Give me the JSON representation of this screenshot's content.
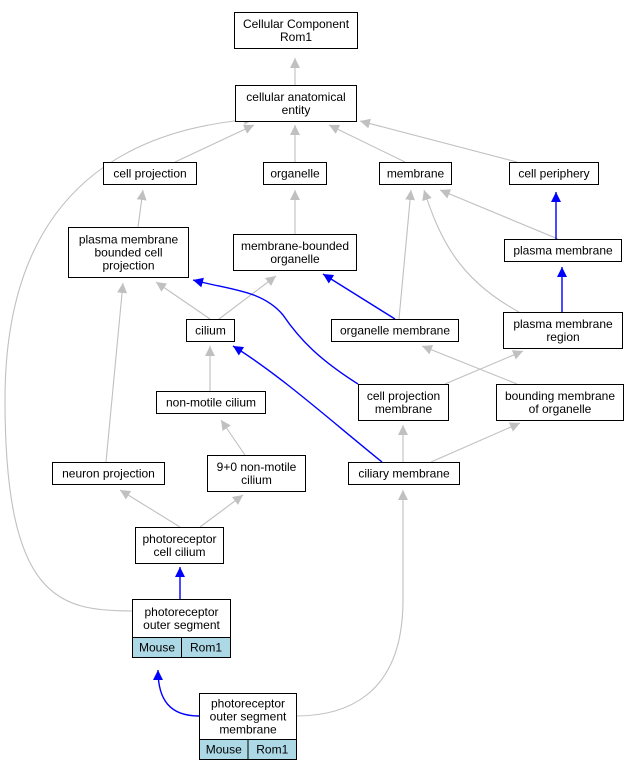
{
  "colors": {
    "is_a_edge": "#c0c0c0",
    "part_of_edge": "#0000ff",
    "annotation_fill": "#add8e6",
    "node_border": "#000000"
  },
  "nodes": {
    "root": {
      "lines": [
        "Cellular Component",
        "Rom1"
      ]
    },
    "cellular_anatomical_entity": {
      "lines": [
        "cellular anatomical",
        "entity"
      ]
    },
    "cell_projection": {
      "lines": [
        "cell projection"
      ]
    },
    "organelle": {
      "lines": [
        "organelle"
      ]
    },
    "membrane": {
      "lines": [
        "membrane"
      ]
    },
    "cell_periphery": {
      "lines": [
        "cell periphery"
      ]
    },
    "plasma_membrane_bounded_cell_projection": {
      "lines": [
        "plasma membrane",
        "bounded cell",
        "projection"
      ]
    },
    "membrane_bounded_organelle": {
      "lines": [
        "membrane-bounded",
        "organelle"
      ]
    },
    "plasma_membrane": {
      "lines": [
        "plasma membrane"
      ]
    },
    "cilium": {
      "lines": [
        "cilium"
      ]
    },
    "organelle_membrane": {
      "lines": [
        "organelle membrane"
      ]
    },
    "plasma_membrane_region": {
      "lines": [
        "plasma membrane",
        "region"
      ]
    },
    "non_motile_cilium": {
      "lines": [
        "non-motile cilium"
      ]
    },
    "cell_projection_membrane": {
      "lines": [
        "cell projection",
        "membrane"
      ]
    },
    "bounding_membrane_of_organelle": {
      "lines": [
        "bounding membrane",
        "of organelle"
      ]
    },
    "neuron_projection": {
      "lines": [
        "neuron projection"
      ]
    },
    "nine_zero_non_motile_cilium": {
      "lines": [
        "9+0 non-motile",
        "cilium"
      ]
    },
    "ciliary_membrane": {
      "lines": [
        "ciliary membrane"
      ]
    },
    "photoreceptor_cell_cilium": {
      "lines": [
        "photoreceptor",
        "cell cilium"
      ]
    },
    "photoreceptor_outer_segment": {
      "lines": [
        "photoreceptor",
        "outer segment"
      ],
      "tags": [
        "Mouse",
        "Rom1"
      ]
    },
    "photoreceptor_outer_segment_membrane": {
      "lines": [
        "photoreceptor",
        "outer segment",
        "membrane"
      ],
      "tags": [
        "Mouse",
        "Rom1"
      ]
    }
  },
  "edges": [
    {
      "from": "cellular_anatomical_entity",
      "to": "root",
      "type": "is_a"
    },
    {
      "from": "cell_projection",
      "to": "cellular_anatomical_entity",
      "type": "is_a"
    },
    {
      "from": "organelle",
      "to": "cellular_anatomical_entity",
      "type": "is_a"
    },
    {
      "from": "membrane",
      "to": "cellular_anatomical_entity",
      "type": "is_a"
    },
    {
      "from": "cell_periphery",
      "to": "cellular_anatomical_entity",
      "type": "is_a"
    },
    {
      "from": "photoreceptor_outer_segment",
      "to": "cellular_anatomical_entity",
      "type": "is_a"
    },
    {
      "from": "plasma_membrane_bounded_cell_projection",
      "to": "cell_projection",
      "type": "is_a"
    },
    {
      "from": "membrane_bounded_organelle",
      "to": "organelle",
      "type": "is_a"
    },
    {
      "from": "plasma_membrane",
      "to": "membrane",
      "type": "is_a"
    },
    {
      "from": "plasma_membrane",
      "to": "cell_periphery",
      "type": "part_of"
    },
    {
      "from": "organelle_membrane",
      "to": "membrane",
      "type": "is_a"
    },
    {
      "from": "plasma_membrane_region",
      "to": "membrane",
      "type": "is_a"
    },
    {
      "from": "plasma_membrane_region",
      "to": "plasma_membrane",
      "type": "part_of"
    },
    {
      "from": "cilium",
      "to": "plasma_membrane_bounded_cell_projection",
      "type": "is_a"
    },
    {
      "from": "cilium",
      "to": "membrane_bounded_organelle",
      "type": "is_a"
    },
    {
      "from": "organelle_membrane",
      "to": "membrane_bounded_organelle",
      "type": "part_of"
    },
    {
      "from": "cell_projection_membrane",
      "to": "plasma_membrane_bounded_cell_projection",
      "type": "part_of"
    },
    {
      "from": "cell_projection_membrane",
      "to": "plasma_membrane_region",
      "type": "is_a"
    },
    {
      "from": "bounding_membrane_of_organelle",
      "to": "organelle_membrane",
      "type": "is_a"
    },
    {
      "from": "non_motile_cilium",
      "to": "cilium",
      "type": "is_a"
    },
    {
      "from": "ciliary_membrane",
      "to": "cilium",
      "type": "part_of"
    },
    {
      "from": "neuron_projection",
      "to": "plasma_membrane_bounded_cell_projection",
      "type": "is_a"
    },
    {
      "from": "nine_zero_non_motile_cilium",
      "to": "non_motile_cilium",
      "type": "is_a"
    },
    {
      "from": "ciliary_membrane",
      "to": "cell_projection_membrane",
      "type": "is_a"
    },
    {
      "from": "ciliary_membrane",
      "to": "bounding_membrane_of_organelle",
      "type": "is_a"
    },
    {
      "from": "photoreceptor_cell_cilium",
      "to": "neuron_projection",
      "type": "is_a"
    },
    {
      "from": "photoreceptor_cell_cilium",
      "to": "nine_zero_non_motile_cilium",
      "type": "is_a"
    },
    {
      "from": "photoreceptor_outer_segment",
      "to": "photoreceptor_cell_cilium",
      "type": "part_of"
    },
    {
      "from": "photoreceptor_outer_segment_membrane",
      "to": "photoreceptor_outer_segment",
      "type": "part_of"
    },
    {
      "from": "photoreceptor_outer_segment_membrane",
      "to": "ciliary_membrane",
      "type": "is_a"
    }
  ]
}
